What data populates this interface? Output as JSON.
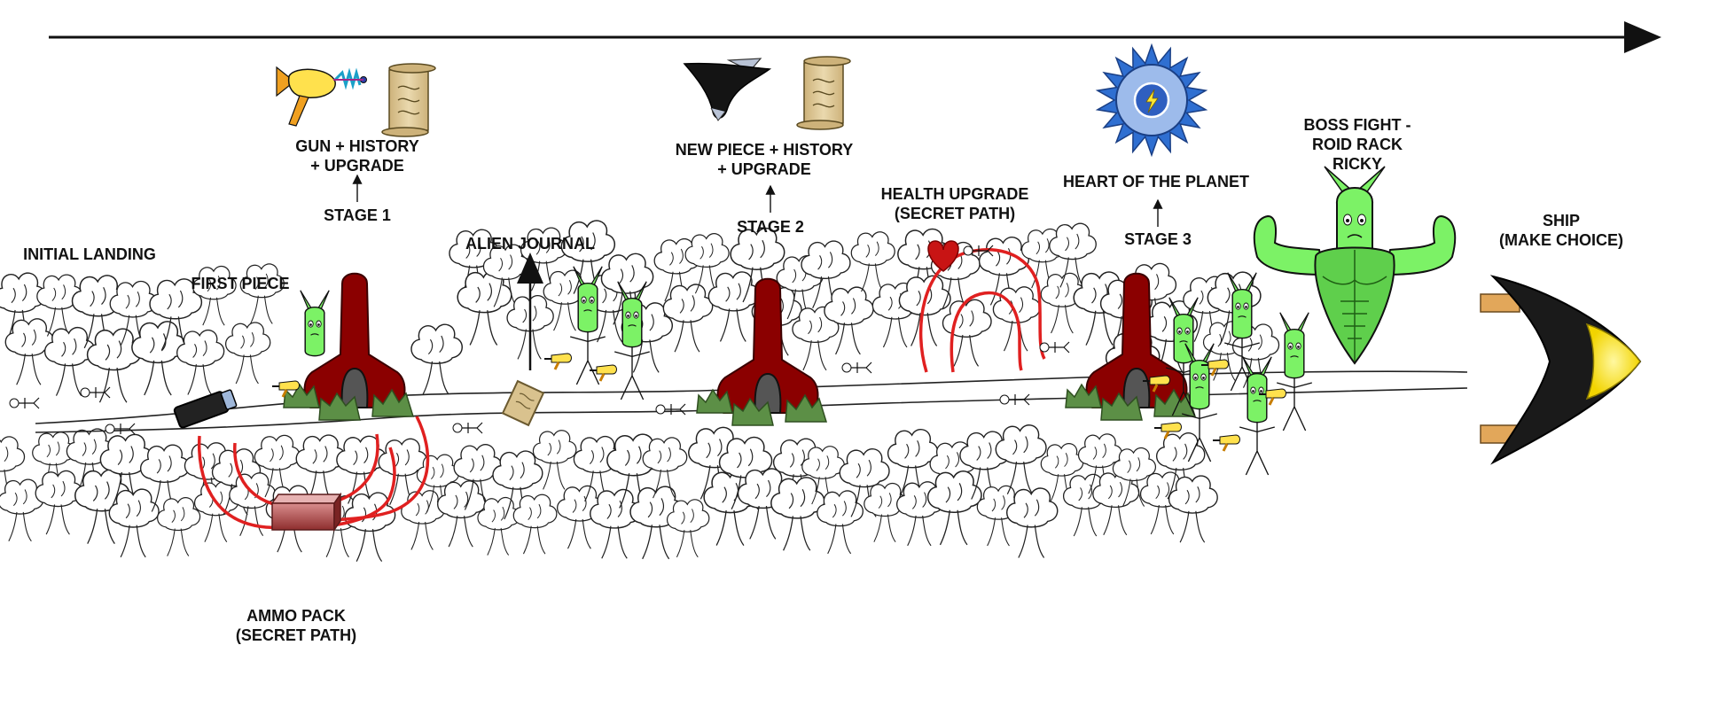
{
  "labels": {
    "initial_landing": [
      "INITIAL LANDING"
    ],
    "first_piece": [
      "FIRST PIECE"
    ],
    "gun_history_upgrade": [
      "GUN + HISTORY",
      "+ UPGRADE"
    ],
    "stage_1": [
      "STAGE 1"
    ],
    "ammo_pack": [
      "AMMO PACK",
      "(SECRET PATH)"
    ],
    "alien_journal": [
      "ALIEN JOURNAL"
    ],
    "new_piece_history_upgrade": [
      "NEW PIECE + HISTORY",
      "+ UPGRADE"
    ],
    "stage_2": [
      "STAGE 2"
    ],
    "health_upgrade": [
      "HEALTH UPGRADE",
      "(SECRET PATH)"
    ],
    "heart_of_planet": [
      "HEART OF THE PLANET"
    ],
    "stage_3": [
      "STAGE 3"
    ],
    "boss_fight": [
      "BOSS FIGHT -",
      "ROID RACK",
      "RICKY"
    ],
    "ship": [
      "SHIP",
      "(MAKE CHOICE)"
    ]
  },
  "icons": {
    "timeline_arrow": "arrow-right-icon",
    "gun": "ray-gun-icon",
    "scroll": "history-scroll-icon",
    "ship_piece": "ship-piece-icon",
    "planet_heart": "spiked-sun-lightning-icon",
    "alien": "alien-icon",
    "boss": "muscular-alien-icon",
    "ship": "spaceship-icon",
    "heart": "heart-icon",
    "ammo": "ammo-crate-icon",
    "journal": "journal-icon",
    "tower": "alien-tower-icon",
    "tree": "tree-icon"
  },
  "colors": {
    "ink": "#111111",
    "alien_green": "#7CF266",
    "alien_dark": "#2E8B1E",
    "tower_red": "#8B0000",
    "grass": "#5C8F46",
    "secret_path": "#E02020",
    "ship_black": "#1A1A1A",
    "ship_yellow": "#FFE733",
    "sun_blue": "#2F6FD1",
    "sun_light": "#9DBBEB",
    "scroll": "#D9C28E",
    "gun_yellow": "#FFE14D"
  }
}
